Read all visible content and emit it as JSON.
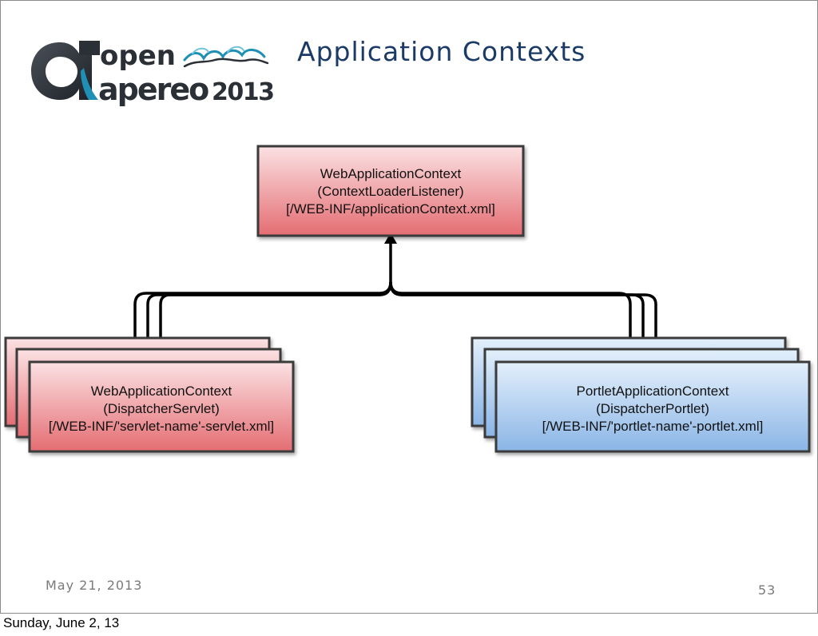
{
  "slide": {
    "title": "Application Contexts",
    "footer_date": "May 21, 2013",
    "page_number": "53"
  },
  "logo": {
    "word_top": "open",
    "word_bottom": "apereo",
    "year": "2013"
  },
  "diagram": {
    "root": {
      "line1": "WebApplicationContext",
      "line2": "(ContextLoaderListener)",
      "line3": "[/WEB-INF/applicationContext.xml]"
    },
    "left_child": {
      "line1": "WebApplicationContext",
      "line2": "(DispatcherServlet)",
      "line3": "[/WEB-INF/'servlet-name'-servlet.xml]"
    },
    "right_child": {
      "line1": "PortletApplicationContext",
      "line2": "(DispatcherPortlet)",
      "line3": "[/WEB-INF/'portlet-name'-portlet.xml]"
    }
  },
  "bottom_bar": {
    "date": "Sunday, June 2, 13"
  },
  "colors": {
    "title": "#1b3a66",
    "red_box_top": "#fbe1e3",
    "red_box_bottom": "#e46d72",
    "blue_box_top": "#e3effb",
    "blue_box_bottom": "#8ab5e6",
    "logo_dark": "#2b2f36",
    "logo_teal": "#1f8fb5"
  }
}
